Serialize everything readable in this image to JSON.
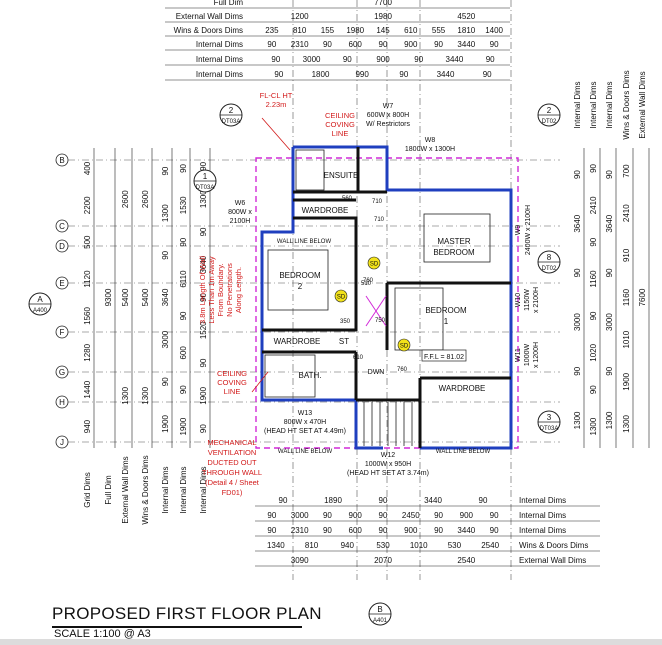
{
  "top_dims": {
    "rows": [
      {
        "label": "Full Dim",
        "values": [
          "7700"
        ]
      },
      {
        "label": "External Wall Dims",
        "values": [
          "1200",
          "1980",
          "4520"
        ]
      },
      {
        "label": "Wins & Doors Dims",
        "values": [
          "235",
          "810",
          "155",
          "1980",
          "145",
          "610",
          "555",
          "1810",
          "1400"
        ]
      },
      {
        "label": "Internal Dims",
        "values": [
          "90",
          "2310",
          "90",
          "600",
          "90",
          "900",
          "90",
          "3440",
          "90"
        ]
      },
      {
        "label": "Internal Dims",
        "values": [
          "90",
          "3000",
          "90",
          "900",
          "90",
          "3440",
          "90"
        ]
      },
      {
        "label": "Internal Dims",
        "values": [
          "90",
          "1800",
          "990",
          "90",
          "3440",
          "90"
        ]
      }
    ]
  },
  "bottom_dims": {
    "rows": [
      {
        "label": "Internal Dims",
        "values": [
          "90",
          "1890",
          "90",
          "3440",
          "90"
        ]
      },
      {
        "label": "Internal Dims",
        "values": [
          "90",
          "3000",
          "90",
          "900",
          "90",
          "2450",
          "90",
          "900",
          "90"
        ]
      },
      {
        "label": "Internal Dims",
        "values": [
          "90",
          "2310",
          "90",
          "600",
          "90",
          "900",
          "90",
          "3440",
          "90"
        ]
      },
      {
        "label": "Wins & Doors Dims",
        "values": [
          "1340",
          "810",
          "940",
          "530",
          "1010",
          "530",
          "2540"
        ]
      },
      {
        "label": "External Wall Dims",
        "values": [
          "3090",
          "2070",
          "2540"
        ]
      }
    ]
  },
  "grid_lines": {
    "rows": [
      "B",
      "C",
      "D",
      "E",
      "F",
      "G",
      "H",
      "J"
    ],
    "left_dims": [
      {
        "label": "Grid Dims",
        "values": [
          "400",
          "2200",
          "500",
          "1120",
          "1560",
          "1280",
          "1440",
          "940"
        ]
      },
      {
        "label": "Full Dim",
        "values": [
          "9300"
        ]
      },
      {
        "label": "External Wall Dims",
        "values": [
          "2600",
          "5400",
          "1300"
        ]
      },
      {
        "label": "Wins & Doors Dims",
        "values": [
          "2600",
          "5400",
          "1300"
        ]
      },
      {
        "label": "Internal Dims",
        "values": [
          "90",
          "1300",
          "90",
          "3640",
          "3000",
          "90",
          "1900"
        ]
      },
      {
        "label": "Internal Dims",
        "values": [
          "90",
          "1530",
          "90",
          "6110",
          "90",
          "600",
          "90",
          "1900"
        ]
      },
      {
        "label": "Internal Dims",
        "values": [
          "90",
          "1300",
          "90",
          "3640",
          "90",
          "1520",
          "90",
          "1900",
          "90"
        ]
      }
    ]
  },
  "right_dims": [
    {
      "label": "Internal Dims",
      "values": [
        "90",
        "3640",
        "90",
        "3000",
        "90",
        "1300"
      ]
    },
    {
      "label": "Internal Dims",
      "values": [
        "90",
        "2410",
        "90",
        "1160",
        "90",
        "1020",
        "90",
        "1300"
      ]
    },
    {
      "label": "Internal Dims",
      "values": [
        "90",
        "3640",
        "90",
        "3000",
        "90",
        "1300"
      ]
    },
    {
      "label": "Wins & Doors Dims",
      "values": [
        "700",
        "2410",
        "910",
        "1160",
        "1010",
        "1900",
        "1300"
      ]
    },
    {
      "label": "External Wall Dims",
      "values": [
        "7600"
      ]
    }
  ],
  "section_markers": [
    {
      "id": "2",
      "ref": "DT03A"
    },
    {
      "id": "1",
      "ref": "DT03A"
    },
    {
      "id": "2",
      "ref": "DT02"
    },
    {
      "id": "8",
      "ref": "DT02"
    },
    {
      "id": "3",
      "ref": "DT03A"
    },
    {
      "id": "A",
      "ref": "A400"
    },
    {
      "id": "B",
      "ref": "A401"
    }
  ],
  "rooms": {
    "ensuite": "ENSUITE",
    "wardrobe_top": "WARDROBE",
    "bedroom2": [
      "BEDROOM",
      "2"
    ],
    "master": [
      "MASTER",
      "BEDROOM"
    ],
    "bedroom1": [
      "BEDROOM",
      "1"
    ],
    "wardrobe_mid": "WARDROBE",
    "st": "ST",
    "bath": "BATH.",
    "wardrobe_bottom": "WARDROBE"
  },
  "windows": {
    "w7": [
      "W7",
      "600W x 800H",
      "W/ Restrictors"
    ],
    "w8": [
      "W8",
      "1800W x 1300H"
    ],
    "w6": [
      "W6",
      "800W x",
      "2100H"
    ],
    "w9": [
      "W9",
      "2400W x 2100H"
    ],
    "w10": [
      "W10",
      "1150W",
      "x 2100H"
    ],
    "w11": [
      "W11",
      "1000W",
      "x 1200H"
    ],
    "w13": [
      "W13",
      "800W x 470H",
      "(HEAD HT SET AT 4.49m)"
    ],
    "w12": [
      "W12",
      "1000W x 950H",
      "(HEAD HT SET AT 3.74m)"
    ]
  },
  "misc": {
    "wall_line_below": "WALL LINE BELOW",
    "ffl": "F.F.L = 81.02",
    "dwn": "DWN",
    "sd": "SD",
    "small_dims": [
      "560",
      "710",
      "710",
      "510",
      "760",
      "750",
      "760",
      "350",
      "610"
    ]
  },
  "annotations": {
    "fl_cl": [
      "FL-CL HT",
      "2.23m"
    ],
    "coving_top": [
      "CEILING",
      "COVING",
      "LINE"
    ],
    "coving_bottom": [
      "CEILING",
      "COVING",
      "LINE"
    ],
    "wall_note": [
      "3.8m Length Of Wall",
      "Less Than 1m Away",
      "From Boundary.",
      "No Penetrations",
      "Along Length."
    ],
    "ventilation": [
      "MECHANICAL",
      "VENTILATION",
      "DUCTED OUT",
      "THROUGH WALL",
      "(Detail 4 / Sheet",
      "FD01)"
    ]
  },
  "title": "PROPOSED FIRST FLOOR PLAN",
  "scale": "SCALE 1:100 @ A3",
  "colors": {
    "annotation": "#d21b1b",
    "exterior_wall": "#1f3fbf",
    "wall_line_below": "#d22ad8",
    "smoke_detector": "#f2e21a"
  }
}
